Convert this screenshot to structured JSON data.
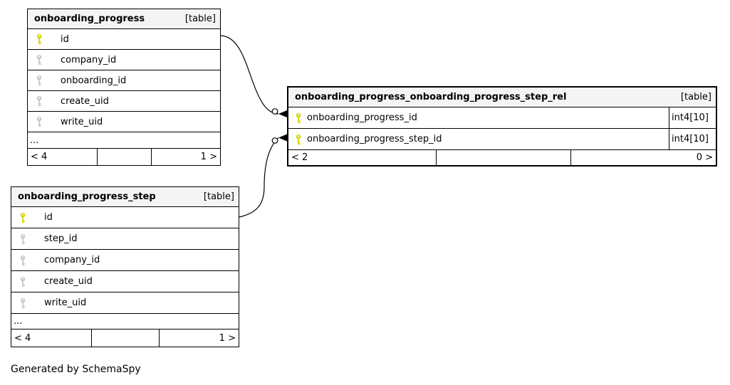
{
  "page": {
    "footer_note": "Generated by SchemaSpy"
  },
  "colors": {
    "primary_key": "#d6d600",
    "foreign_key": "#c8c8c8",
    "header_bg": "#f4f4f4",
    "border": "#000000",
    "background": "#ffffff"
  },
  "tables": {
    "onboarding_progress": {
      "name": "onboarding_progress",
      "badge": "[table]",
      "columns": [
        {
          "name": "id",
          "key": "primary"
        },
        {
          "name": "company_id",
          "key": "foreign"
        },
        {
          "name": "onboarding_id",
          "key": "foreign"
        },
        {
          "name": "create_uid",
          "key": "foreign"
        },
        {
          "name": "write_uid",
          "key": "foreign"
        }
      ],
      "ellipsis": "...",
      "footer": {
        "left": "< 4",
        "middle": "",
        "right": "1 >"
      }
    },
    "rel": {
      "name": "onboarding_progress_onboarding_progress_step_rel",
      "badge": "[table]",
      "columns": [
        {
          "name": "onboarding_progress_id",
          "type": "int4[10]",
          "key": "primary"
        },
        {
          "name": "onboarding_progress_step_id",
          "type": "int4[10]",
          "key": "primary"
        }
      ],
      "footer": {
        "left": "< 2",
        "middle": "",
        "right": "0 >"
      }
    },
    "onboarding_progress_step": {
      "name": "onboarding_progress_step",
      "badge": "[table]",
      "columns": [
        {
          "name": "id",
          "key": "primary"
        },
        {
          "name": "step_id",
          "key": "foreign"
        },
        {
          "name": "company_id",
          "key": "foreign"
        },
        {
          "name": "create_uid",
          "key": "foreign"
        },
        {
          "name": "write_uid",
          "key": "foreign"
        }
      ],
      "ellipsis": "...",
      "footer": {
        "left": "< 4",
        "middle": "",
        "right": "1 >"
      }
    }
  },
  "relationships": [
    {
      "from": "onboarding_progress.id",
      "to": "onboarding_progress_onboarding_progress_step_rel.onboarding_progress_id"
    },
    {
      "from": "onboarding_progress_step.id",
      "to": "onboarding_progress_onboarding_progress_step_rel.onboarding_progress_step_id"
    }
  ]
}
